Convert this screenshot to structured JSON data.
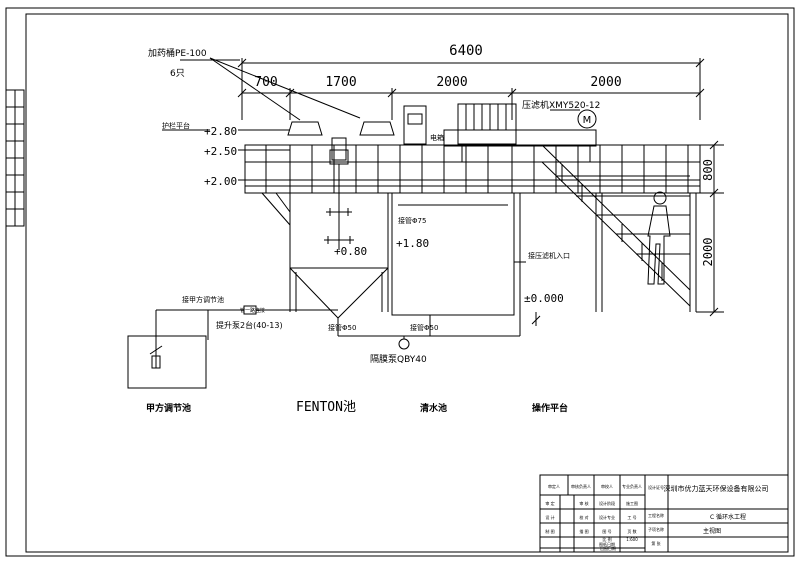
{
  "dimensions": {
    "total": "6400",
    "seg1": "700",
    "seg2": "1700",
    "seg3": "2000",
    "seg4": "2000",
    "height_upper": "800",
    "height_lower": "2000"
  },
  "labels": {
    "dosing_tank": "加药桶PE-100",
    "dosing_count": "6只",
    "railing_platform": "护栏平台",
    "filter_press": "压滤机XMY520-12",
    "electric_box": "电箱",
    "motor_symbol": "M",
    "pipe_75": "接管Φ75",
    "filter_inlet": "接压滤机入口",
    "lift_pump_label": "接甲方调节池",
    "lift_pump": "提升泵2台(40-13)",
    "pipe_50_a": "接管Φ50",
    "pipe_50_b": "接管Φ50",
    "diaphragm_pump": "隔膜泵QBY40",
    "small_note": "管一路连接"
  },
  "elevations": {
    "e280": "+2.80",
    "e250": "+2.50",
    "e200": "+2.00",
    "e180": "+1.80",
    "e080": "+0.80",
    "e000": "±0.000"
  },
  "sections": {
    "tank_a": "甲方调节池",
    "fenton": "FENTON池",
    "clear": "清水池",
    "platform": "操作平台"
  },
  "title_block": {
    "company": "深圳市优力蓝天环保设备有限公司",
    "project": "C   循环水工程",
    "drawing": "主视图",
    "design_no": "设计证号",
    "scale_label": "比 例",
    "scale_value": "1:600",
    "stage_label": "设计阶段",
    "stage_value": "施工图",
    "date_label": "出图日期",
    "cells": {
      "r1c1": "审定人",
      "r1c2": "审核负责人",
      "r1c3": "审校人",
      "r1c4": "专业负责人",
      "r2c1": "审 定",
      "r2c2": "审 核",
      "r2c3": "设计专业",
      "r2c4": "工 号",
      "r3c1": "设 计",
      "r3c2": "校 对",
      "r3c3": "图 号",
      "r4c1": "制 图",
      "r4c2": "描 图",
      "r4c3": "图纸日期",
      "r4c4": "页 数",
      "side1": "工程名称",
      "side2": "子项名称",
      "sheet_no": "第 张"
    }
  }
}
